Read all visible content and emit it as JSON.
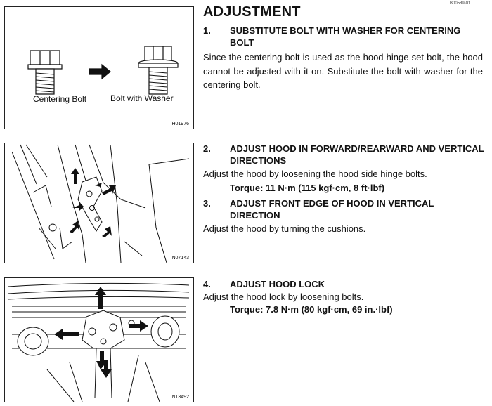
{
  "page": {
    "ref_code": "B00589-01",
    "title": "ADJUSTMENT"
  },
  "figures": [
    {
      "code": "H01976",
      "labels": [
        "Centering Bolt",
        "Bolt with Washer"
      ]
    },
    {
      "code": "N07143"
    },
    {
      "code": "N13492"
    }
  ],
  "steps": [
    {
      "number": "1.",
      "heading": "SUBSTITUTE BOLT WITH WASHER FOR CENTERING BOLT",
      "body": "Since the centering bolt is used as the hood hinge set bolt, the hood cannot be adjusted with it on. Substitute the bolt with washer for the centering bolt."
    },
    {
      "number": "2.",
      "heading": "ADJUST HOOD IN FORWARD/REARWARD AND VERTICAL DIRECTIONS",
      "body": "Adjust the hood by loosening the hood side hinge bolts.",
      "torque": "Torque: 11 N·m (115 kgf·cm, 8 ft·lbf)"
    },
    {
      "number": "3.",
      "heading": "ADJUST FRONT EDGE OF HOOD IN VERTICAL DIRECTION",
      "body": "Adjust the hood by turning the cushions."
    },
    {
      "number": "4.",
      "heading": "ADJUST HOOD LOCK",
      "body": "Adjust the hood lock by loosening bolts.",
      "torque": "Torque: 7.8 N·m (80 kgf·cm, 69 in.·lbf)"
    }
  ]
}
